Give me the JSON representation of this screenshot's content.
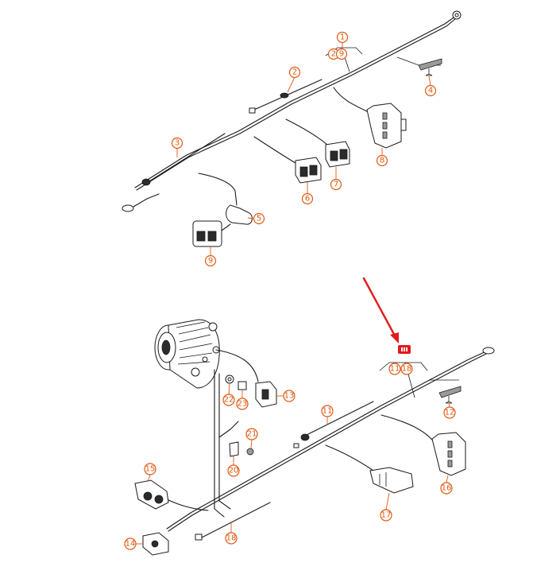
{
  "diagram": {
    "accent_color": "#e05a12",
    "pointer_color": "#e01b1b",
    "upper_assembly": {
      "callouts": [
        {
          "id": "c1",
          "label": "1"
        },
        {
          "id": "c2a",
          "label": "2"
        },
        {
          "id": "c9a",
          "label": "9"
        },
        {
          "id": "c2b",
          "label": "2"
        },
        {
          "id": "c3",
          "label": "3"
        },
        {
          "id": "c4",
          "label": "4"
        },
        {
          "id": "c5",
          "label": "5"
        },
        {
          "id": "c6",
          "label": "6"
        },
        {
          "id": "c7",
          "label": "7"
        },
        {
          "id": "c8",
          "label": "8"
        },
        {
          "id": "c9b",
          "label": "9"
        }
      ]
    },
    "lower_assembly": {
      "callouts": [
        {
          "id": "c11a",
          "label": "11"
        },
        {
          "id": "c18a",
          "label": "18"
        },
        {
          "id": "c11b",
          "label": "11"
        },
        {
          "id": "c12",
          "label": "12"
        },
        {
          "id": "c13",
          "label": "13"
        },
        {
          "id": "c14",
          "label": "14"
        },
        {
          "id": "c15",
          "label": "15"
        },
        {
          "id": "c16",
          "label": "16"
        },
        {
          "id": "c17",
          "label": "17"
        },
        {
          "id": "c18b",
          "label": "18"
        },
        {
          "id": "c20",
          "label": "20"
        },
        {
          "id": "c21",
          "label": "21"
        },
        {
          "id": "c22",
          "label": "22"
        },
        {
          "id": "c23",
          "label": "23"
        }
      ],
      "highlight_badge_icon": "list-icon"
    }
  }
}
